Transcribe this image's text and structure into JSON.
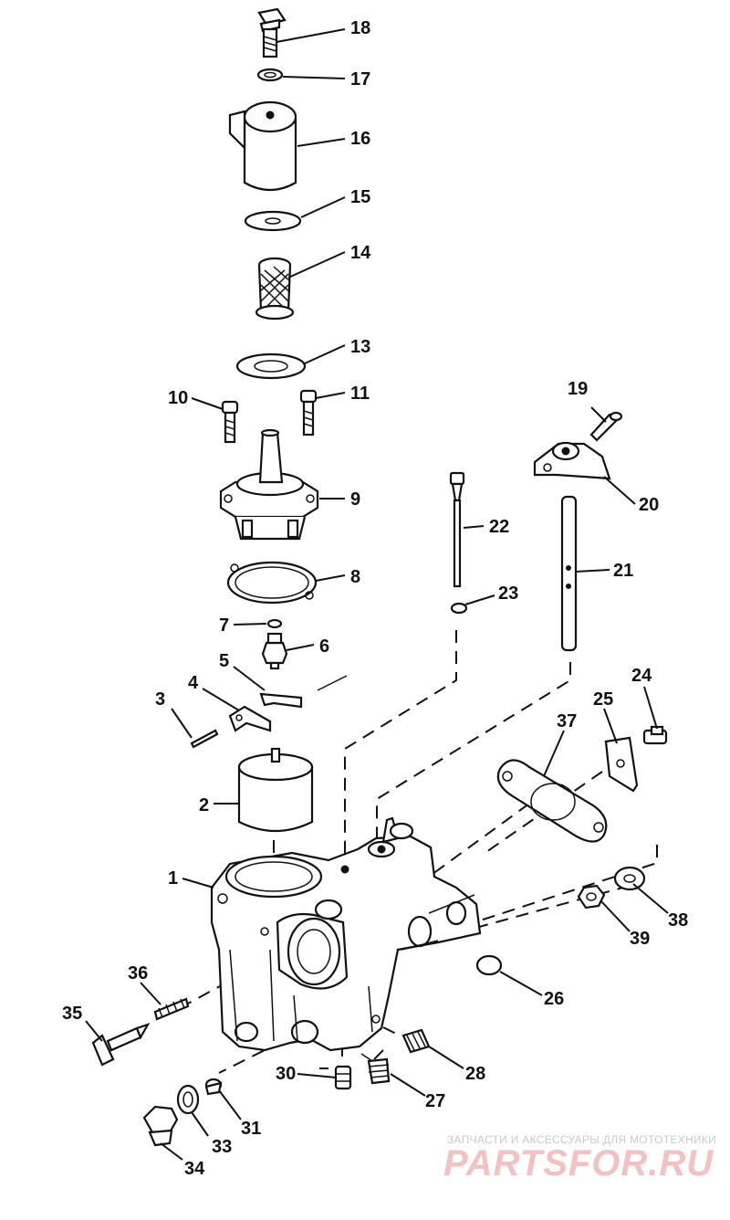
{
  "callouts": [
    {
      "id": "18",
      "label": "18"
    },
    {
      "id": "17",
      "label": "17"
    },
    {
      "id": "16",
      "label": "16"
    },
    {
      "id": "15",
      "label": "15"
    },
    {
      "id": "14",
      "label": "14"
    },
    {
      "id": "13",
      "label": "13"
    },
    {
      "id": "10",
      "label": "10"
    },
    {
      "id": "11",
      "label": "11"
    },
    {
      "id": "19",
      "label": "19"
    },
    {
      "id": "9",
      "label": "9"
    },
    {
      "id": "20",
      "label": "20"
    },
    {
      "id": "22",
      "label": "22"
    },
    {
      "id": "8",
      "label": "8"
    },
    {
      "id": "21",
      "label": "21"
    },
    {
      "id": "23",
      "label": "23"
    },
    {
      "id": "7",
      "label": "7"
    },
    {
      "id": "6",
      "label": "6"
    },
    {
      "id": "5",
      "label": "5"
    },
    {
      "id": "4",
      "label": "4"
    },
    {
      "id": "24",
      "label": "24"
    },
    {
      "id": "3",
      "label": "3"
    },
    {
      "id": "25",
      "label": "25"
    },
    {
      "id": "37",
      "label": "37"
    },
    {
      "id": "2",
      "label": "2"
    },
    {
      "id": "1",
      "label": "1"
    },
    {
      "id": "38",
      "label": "38"
    },
    {
      "id": "39",
      "label": "39"
    },
    {
      "id": "36",
      "label": "36"
    },
    {
      "id": "26",
      "label": "26"
    },
    {
      "id": "35",
      "label": "35"
    },
    {
      "id": "28",
      "label": "28"
    },
    {
      "id": "30",
      "label": "30"
    },
    {
      "id": "27",
      "label": "27"
    },
    {
      "id": "31",
      "label": "31"
    },
    {
      "id": "33",
      "label": "33"
    },
    {
      "id": "34",
      "label": "34"
    }
  ],
  "watermark": {
    "tagline": "ЗАПЧАСТИ И АКСЕССУАРЫ ДЛЯ МОТОТЕХНИКИ",
    "logo": "PARTSFOR.RU"
  }
}
